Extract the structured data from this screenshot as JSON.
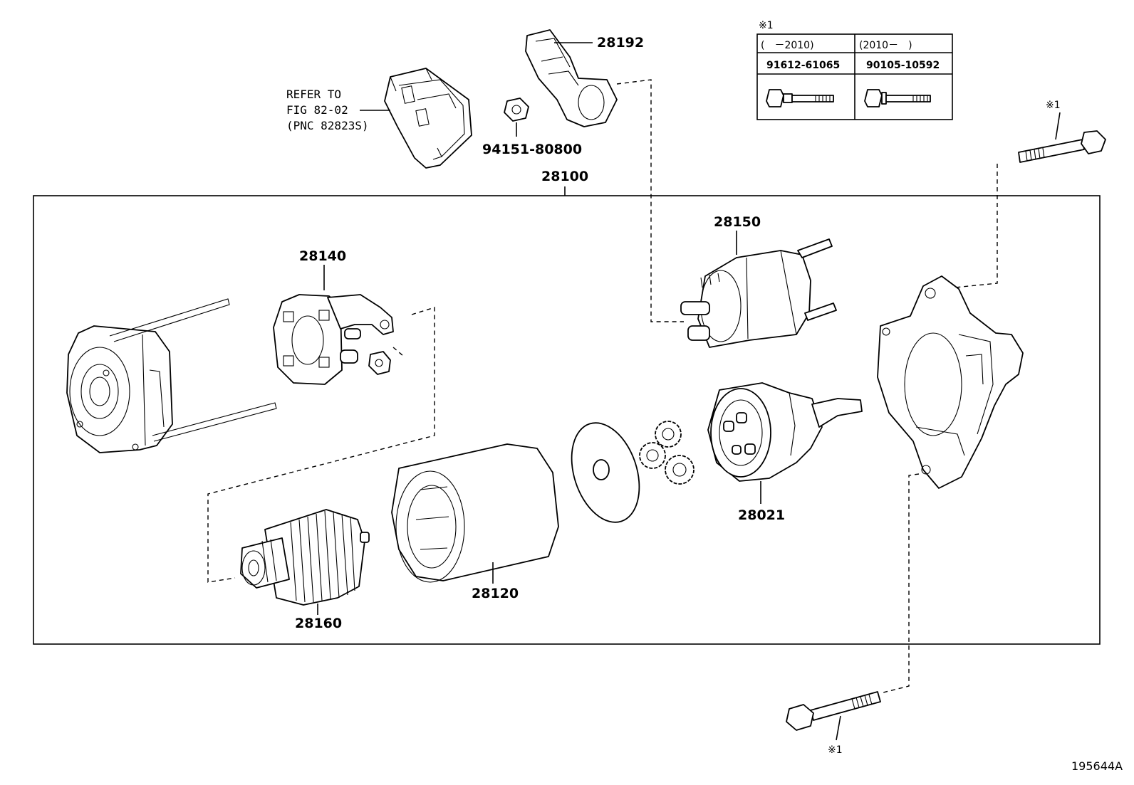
{
  "diagram_id": "195644A",
  "assembly": {
    "part_no": "28100"
  },
  "refer_note": [
    "REFER TO",
    "FIG 82-02",
    "(PNC 82823S)"
  ],
  "parts": {
    "p28192": "28192",
    "p94151": "94151-80800",
    "p28150": "28150",
    "p28140": "28140",
    "p28021": "28021",
    "p28120": "28120",
    "p28160": "28160"
  },
  "bolt_marks": {
    "top_right": "※1",
    "bottom": "※1"
  },
  "note_table": {
    "mark": "※1",
    "columns": [
      {
        "range": "(　－2010)",
        "part_no": "91612-61065"
      },
      {
        "range": "(2010－　)",
        "part_no": "90105-10592"
      }
    ]
  }
}
